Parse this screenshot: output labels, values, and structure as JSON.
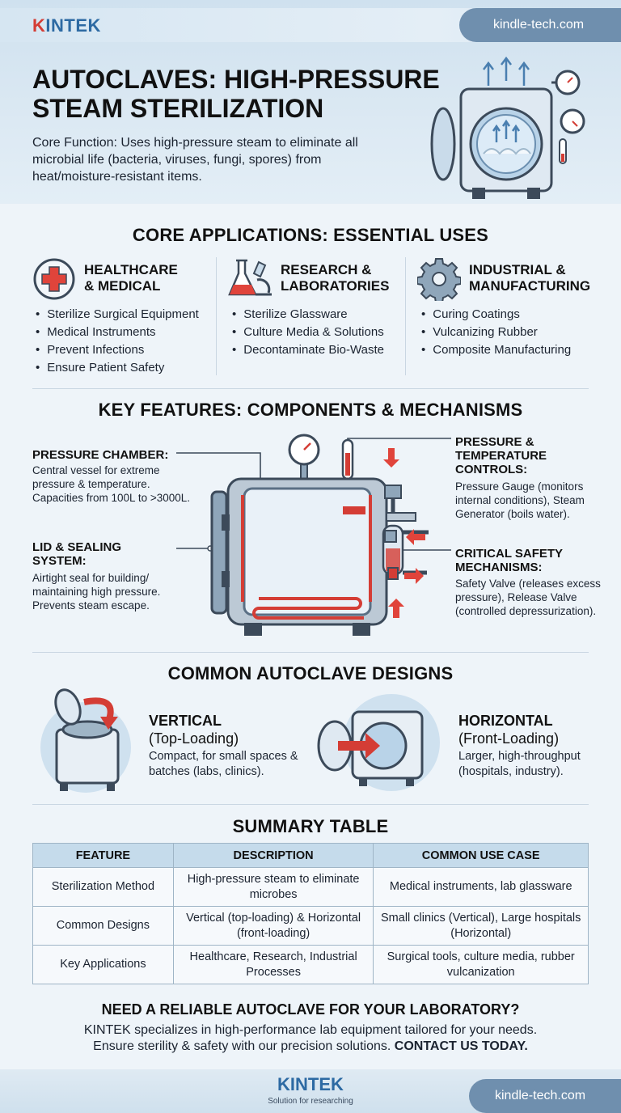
{
  "header": {
    "logo_prefix": "K",
    "logo_rest": "INTEK",
    "site": "kindle-tech.com",
    "title_line1": "AUTOCLAVES: HIGH-PRESSURE",
    "title_line2": "STEAM STERILIZATION",
    "intro": "Core Function: Uses high-pressure steam to eliminate all microbial life (bacteria, viruses, fungi, spores) from heat/moisture-resistant items."
  },
  "applications": {
    "title": "CORE APPLICATIONS: ESSENTIAL USES",
    "columns": [
      {
        "title_line1": "HEALTHCARE",
        "title_line2": "& MEDICAL",
        "items": [
          "Sterilize Surgical Equipment",
          "Medical Instruments",
          "Prevent Infections",
          "Ensure Patient Safety"
        ]
      },
      {
        "title_line1": "RESEARCH &",
        "title_line2": "LABORATORIES",
        "items": [
          "Sterilize Glassware",
          "Culture Media & Solutions",
          "Decontaminate Bio-Waste"
        ]
      },
      {
        "title_line1": "INDUSTRIAL &",
        "title_line2": "MANUFACTURING",
        "items": [
          "Curing Coatings",
          "Vulcanizing Rubber",
          "Composite Manufacturing"
        ]
      }
    ]
  },
  "features": {
    "title": "KEY FEATURES: COMPONENTS & MECHANISMS",
    "pressure_chamber": {
      "title": "PRESSURE CHAMBER:",
      "text": "Central vessel for extreme pressure & temperature. Capacities from 100L to >3000L."
    },
    "lid": {
      "title": "LID & SEALING SYSTEM:",
      "text": "Airtight seal for building/ maintaining high pressure. Prevents steam escape."
    },
    "controls": {
      "title": "PRESSURE & TEMPERATURE CONTROLS:",
      "text": "Pressure Gauge (monitors internal conditions), Steam Generator (boils water)."
    },
    "safety": {
      "title": "CRITICAL SAFETY MECHANISMS:",
      "text": "Safety Valve (releases excess pressure), Release Valve (controlled depressurization)."
    }
  },
  "designs": {
    "title": "COMMON AUTOCLAVE DESIGNS",
    "vertical": {
      "name": "VERTICAL",
      "sub": "(Top-Loading)",
      "text": "Compact, for small spaces & batches (labs, clinics)."
    },
    "horizontal": {
      "name": "HORIZONTAL",
      "sub": "(Front-Loading)",
      "text": "Larger, high-throughput (hospitals, industry)."
    }
  },
  "summary": {
    "title": "SUMMARY TABLE",
    "headers": [
      "FEATURE",
      "DESCRIPTION",
      "COMMON USE CASE"
    ],
    "rows": [
      [
        "Sterilization Method",
        "High-pressure steam to eliminate microbes",
        "Medical instruments, lab glassware"
      ],
      [
        "Common Designs",
        "Vertical (top-loading) & Horizontal (front-loading)",
        "Small clinics (Vertical), Large hospitals (Horizontal)"
      ],
      [
        "Key Applications",
        "Healthcare, Research, Industrial Processes",
        "Surgical tools, culture media, rubber vulcanization"
      ]
    ]
  },
  "cta": {
    "title": "NEED A RELIABLE AUTOCLAVE FOR YOUR LABORATORY?",
    "line1": "KINTEK specializes in high-performance lab equipment tailored for your needs.",
    "line2": "Ensure sterility & safety with our precision solutions.",
    "contact": "CONTACT US TODAY."
  },
  "footer": {
    "logo": "KINTEK",
    "tagline": "Solution for researching",
    "site": "kindle-tech.com"
  }
}
